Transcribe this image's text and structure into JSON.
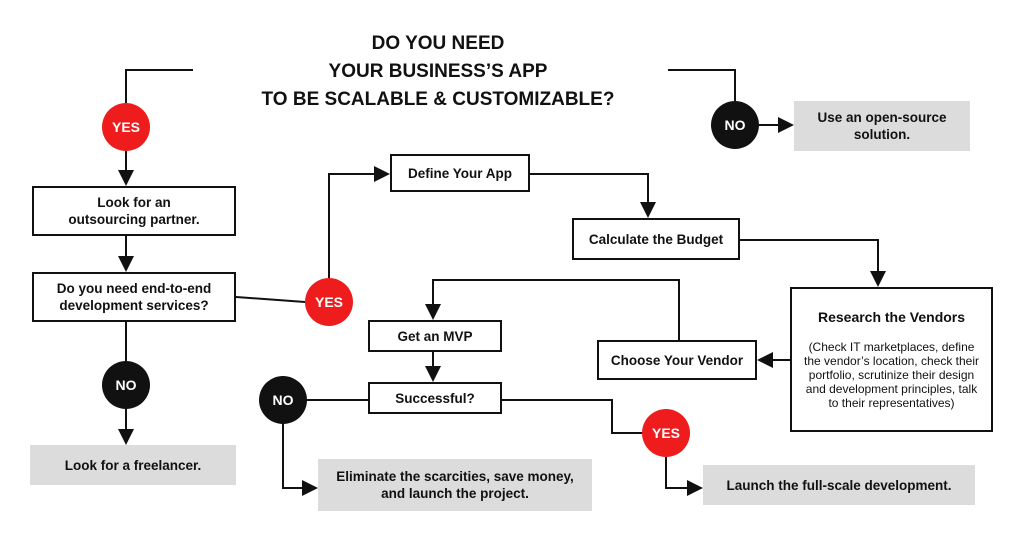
{
  "title": {
    "line1": "DO YOU NEED",
    "line2": "YOUR BUSINESS’S APP",
    "line3": "TO BE SCALABLE & CUSTOMIZABLE?"
  },
  "nodes": {
    "yes_top": "YES",
    "no_top": "NO",
    "open_source": "Use an open-source solution.",
    "outsourcing": "Look for an outsourcing partner.",
    "end_to_end": "Do you need end-to-end development services?",
    "yes_mid": "YES",
    "no_left": "NO",
    "freelancer": "Look for a freelancer.",
    "define": "Define Your App",
    "budget": "Calculate the Budget",
    "research_title": "Research the Vendors",
    "research_detail": "(Check IT marketplaces, define the vendor’s location, check their portfolio, scrutinize their design and development principles, talk to their representatives)",
    "choose": "Choose Your Vendor",
    "mvp": "Get an MVP",
    "successful": "Successful?",
    "no_bottom": "NO",
    "eliminate": "Eliminate the scarcities, save money, and launch the project.",
    "yes_bottom": "YES",
    "launch": "Launch the full-scale development."
  }
}
